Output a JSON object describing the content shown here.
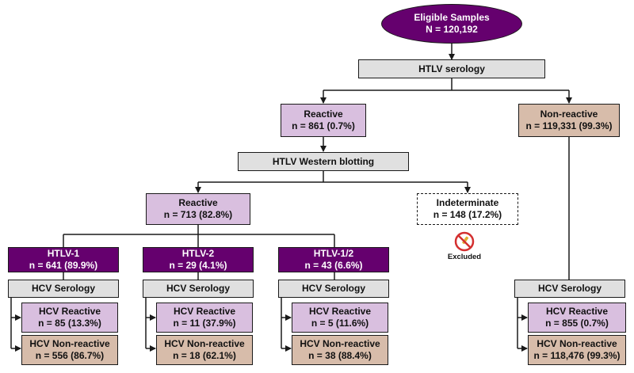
{
  "eligible": {
    "title": "Eligible Samples",
    "count": "N = 120,192"
  },
  "htlv_serology": "HTLV serology",
  "reactive": {
    "title": "Reactive",
    "count": "n = 861 (0.7%)"
  },
  "non_reactive": {
    "title": "Non-reactive",
    "count": "n = 119,331 (99.3%)"
  },
  "western_blot": "HTLV Western blotting",
  "wb_reactive": {
    "title": "Reactive",
    "count": "n = 713 (82.8%)"
  },
  "indeterminate": {
    "title": "Indeterminate",
    "count": "n = 148 (17.2%)"
  },
  "excluded": {
    "label": "Excluded",
    "icon": "excluded-icon"
  },
  "groups": [
    {
      "title": "HTLV-1",
      "count": "n = 641 (89.9%)",
      "hcv_title": "HCV Serology",
      "hcv_reactive": "HCV Reactive",
      "hcv_reactive_count": "n = 85 (13.3%)",
      "hcv_nonreactive": "HCV Non-reactive",
      "hcv_nonreactive_count": "n = 556 (86.7%)"
    },
    {
      "title": "HTLV-2",
      "count": "n = 29 (4.1%)",
      "hcv_title": "HCV Serology",
      "hcv_reactive": "HCV Reactive",
      "hcv_reactive_count": "n = 11 (37.9%)",
      "hcv_nonreactive": "HCV Non-reactive",
      "hcv_nonreactive_count": "n = 18 (62.1%)"
    },
    {
      "title": "HTLV-1/2",
      "count": "n = 43 (6.6%)",
      "hcv_title": "HCV Serology",
      "hcv_reactive": "HCV Reactive",
      "hcv_reactive_count": "n = 5 (11.6%)",
      "hcv_nonreactive": "HCV Non-reactive",
      "hcv_nonreactive_count": "n = 38 (88.4%)"
    }
  ],
  "nonreactive_hcv": {
    "hcv_title": "HCV Serology",
    "hcv_reactive": "HCV Reactive",
    "hcv_reactive_count": "n = 855 (0.7%)",
    "hcv_nonreactive": "HCV Non-reactive",
    "hcv_nonreactive_count": "n = 118,476 (99.3%)"
  },
  "colors": {
    "dark_purple": "#65006e",
    "lilac": "#d9bfdf",
    "tan": "#d7bcaa",
    "gray": "#e0e0e0",
    "no_symbol": "#d32f2f"
  }
}
